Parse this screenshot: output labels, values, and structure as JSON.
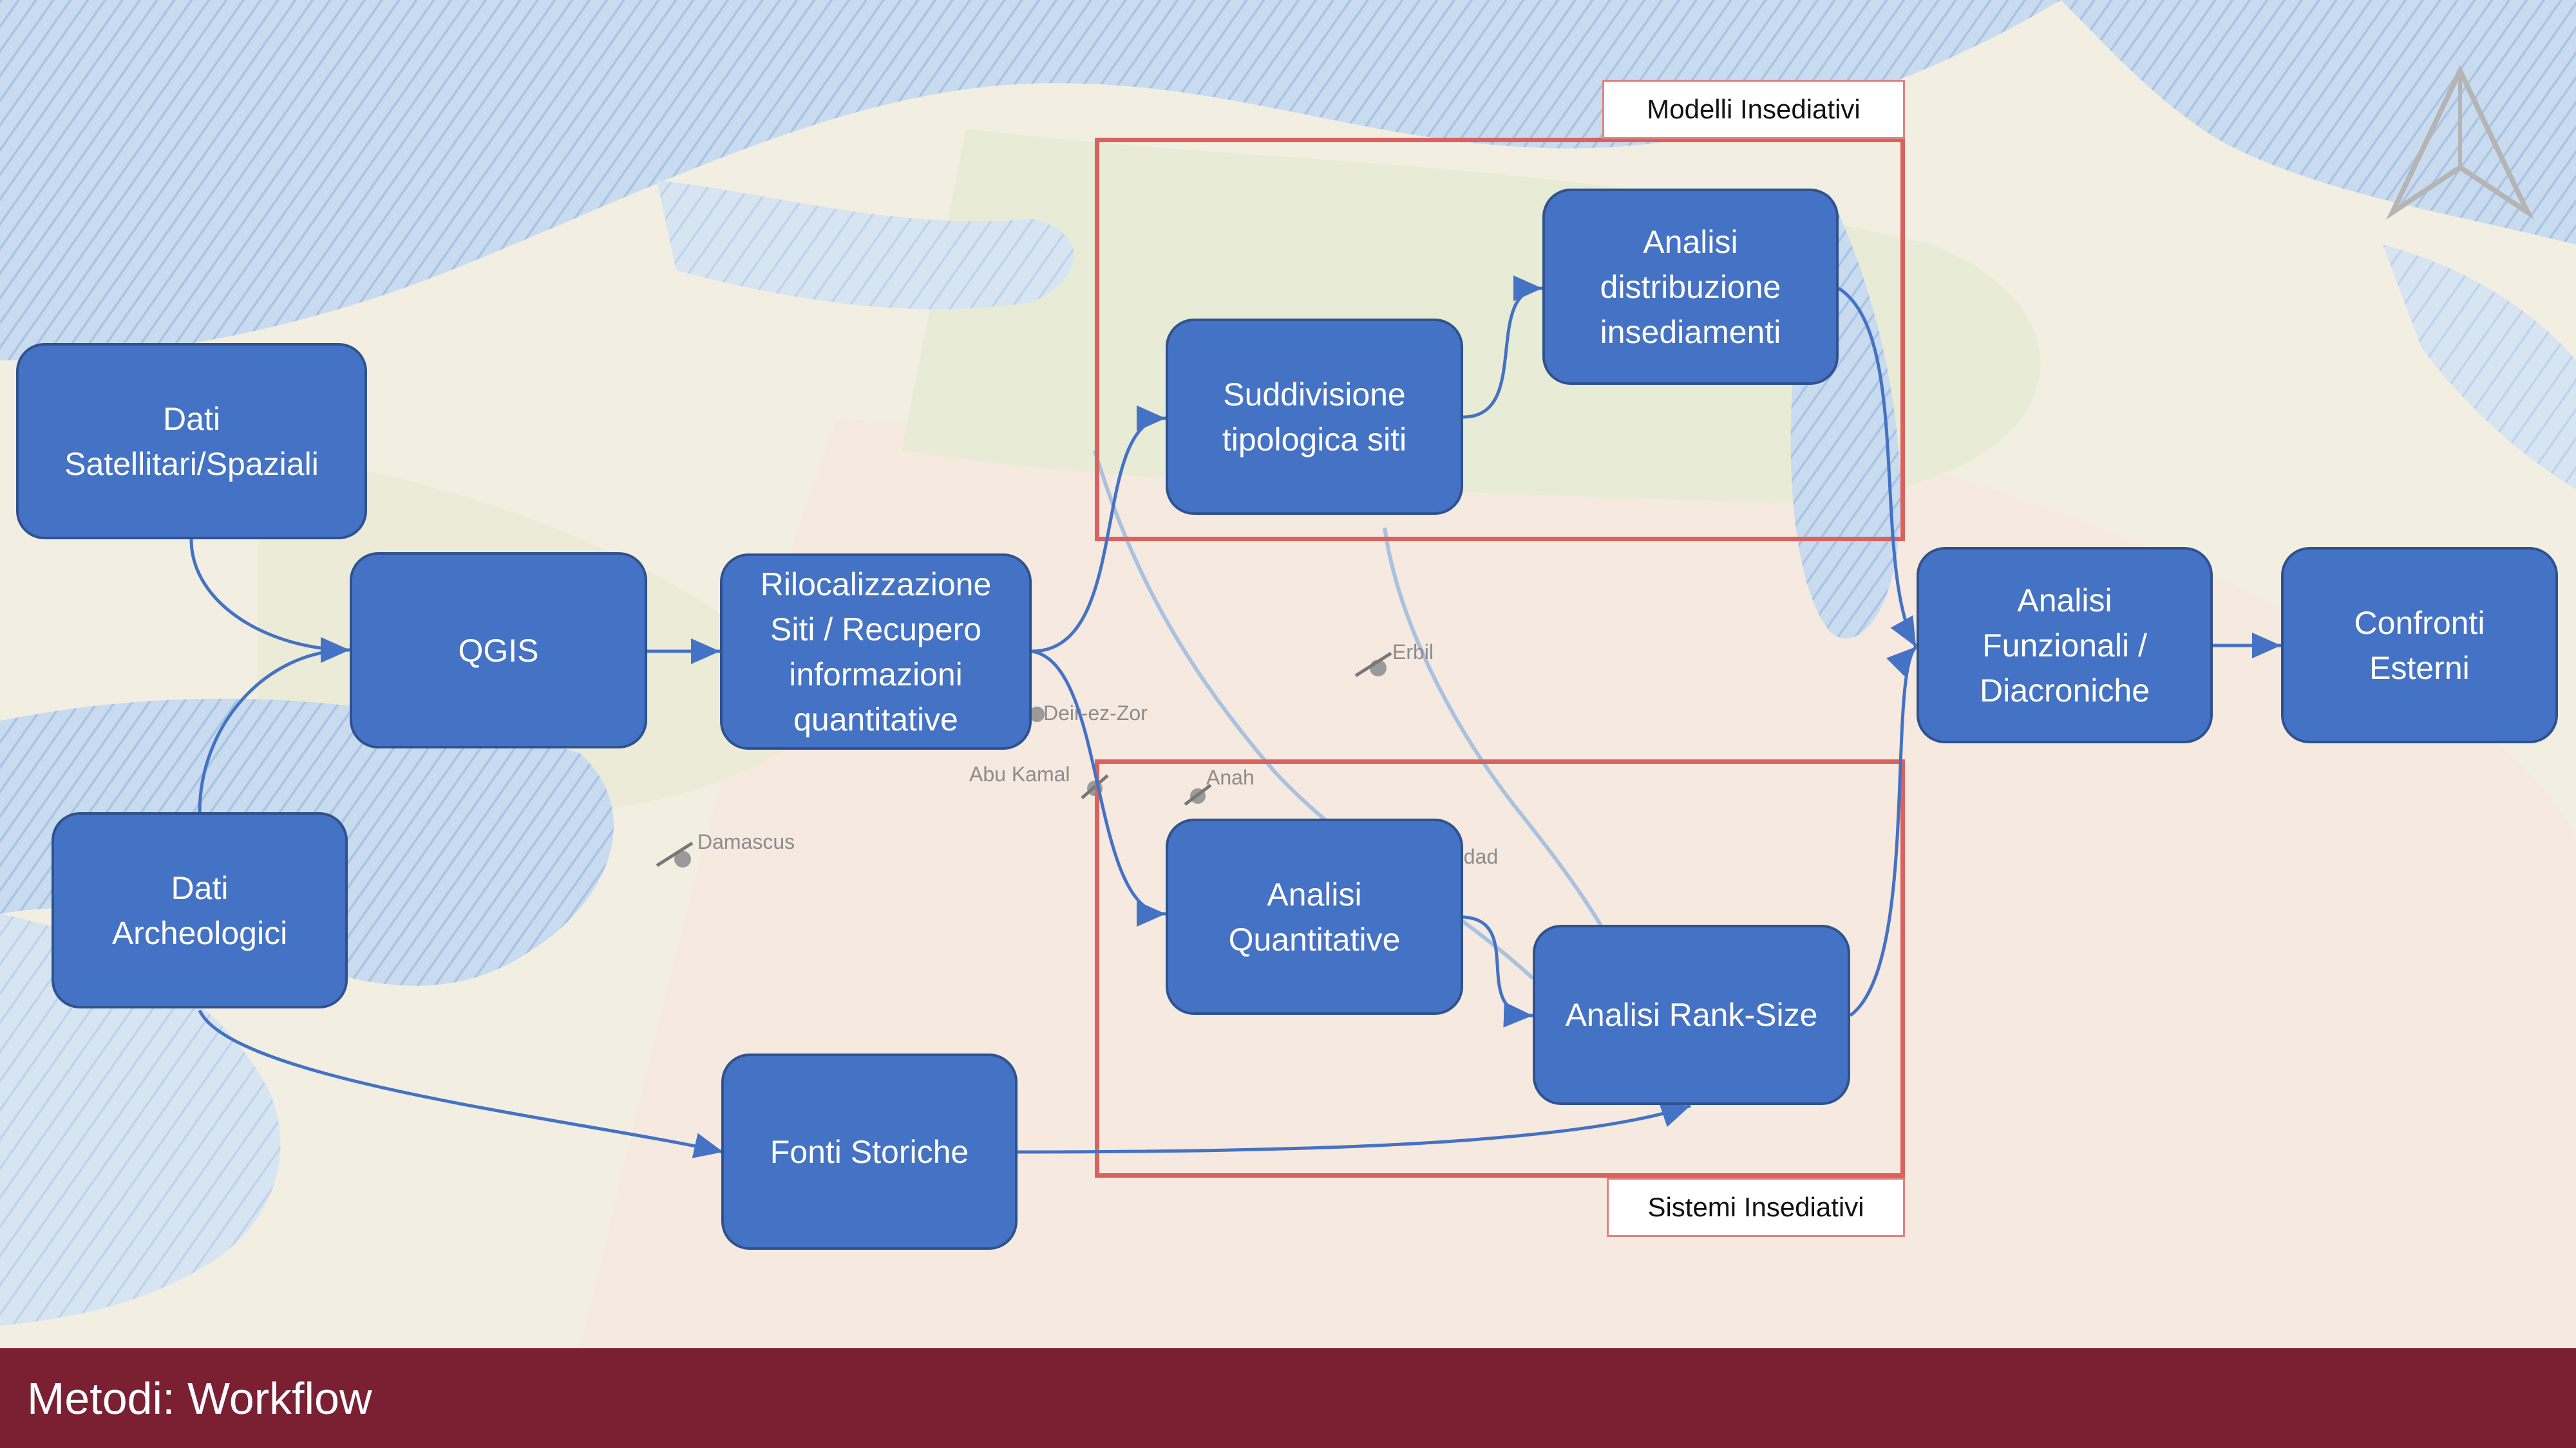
{
  "diagram": {
    "nodes": {
      "dati_satellitari": "Dati\nSatellitari/Spaziali",
      "qgis": "QGIS",
      "dati_archeologici": "Dati\nArcheologici",
      "rilocalizzazione": "Rilocalizzazione\nSiti / Recupero\ninformazioni\nquantitative",
      "fonti_storiche": "Fonti Storiche",
      "suddivisione": "Suddivisione\ntipologica siti",
      "analisi_distribuzione": "Analisi\ndistribuzione\ninsediamenti",
      "analisi_quantitative": "Analisi\nQuantitative",
      "analisi_rank_size": "Analisi Rank-Size",
      "analisi_funzionali": "Analisi\nFunzionali /\nDiacroniche",
      "confronti_esterni": "Confronti\nEsterni"
    },
    "regions": {
      "modelli": "Modelli Insediativi",
      "sistemi": "Sistemi Insediativi"
    },
    "colors": {
      "node_fill": "#4472c4",
      "node_border": "#2f528f",
      "connector": "#4472c4",
      "region_border": "#d9625f",
      "footer": "#7b1f32"
    }
  },
  "map_labels": {
    "erbil": "Erbil",
    "deir_ez_zor": "Deir-ez-Zor",
    "abu_kamal": "Abu Kamal",
    "anah": "Anah",
    "damascus": "Damascus",
    "baghdad_partial": "hdad"
  },
  "footer": {
    "title": "Metodi: Workflow"
  }
}
